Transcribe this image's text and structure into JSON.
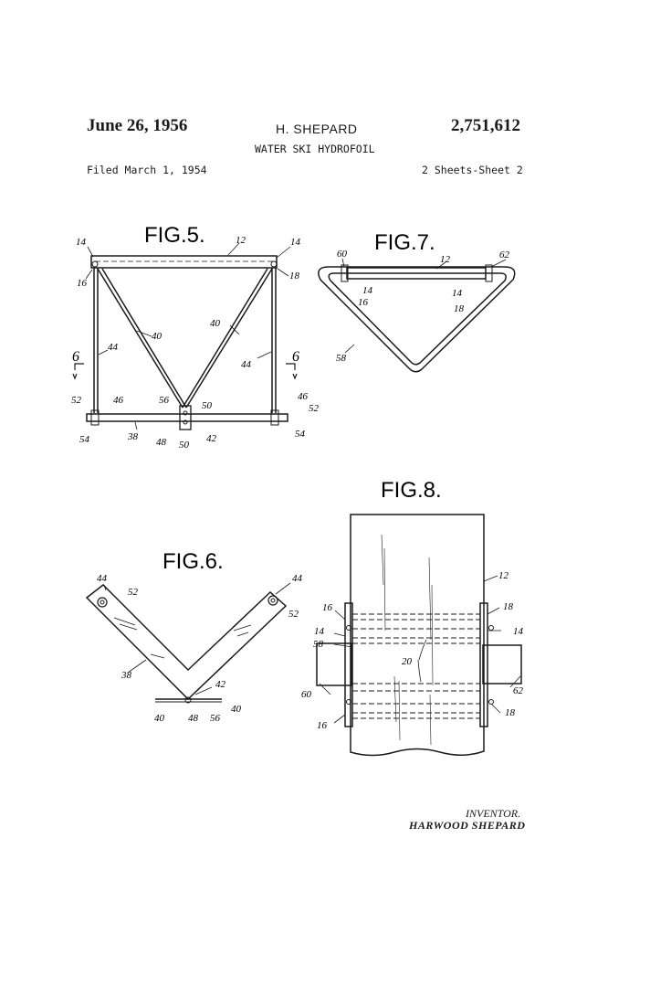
{
  "header": {
    "date": "June 26, 1956",
    "inventor": "H. SHEPARD",
    "patent_number": "2,751,612",
    "title": "WATER SKI HYDROFOIL",
    "filed": "Filed March 1, 1954",
    "sheets": "2 Sheets-Sheet 2"
  },
  "figures": {
    "fig5": {
      "label": "FIG.5.",
      "refs": [
        "14",
        "12",
        "14",
        "16",
        "18",
        "40",
        "40",
        "44",
        "44",
        "6",
        "6",
        "52",
        "46",
        "56",
        "50",
        "46",
        "52",
        "38",
        "48",
        "50",
        "42",
        "54",
        "54"
      ]
    },
    "fig6": {
      "label": "FIG.6.",
      "refs": [
        "44",
        "52",
        "44",
        "52",
        "38",
        "42",
        "40",
        "40",
        "48",
        "56"
      ]
    },
    "fig7": {
      "label": "FIG.7.",
      "refs": [
        "60",
        "12",
        "62",
        "14",
        "14",
        "16",
        "18",
        "58"
      ]
    },
    "fig8": {
      "label": "FIG.8.",
      "refs": [
        "12",
        "16",
        "18",
        "14",
        "14",
        "58",
        "20",
        "60",
        "62",
        "16",
        "18"
      ]
    }
  },
  "signature": {
    "label": "INVENTOR.",
    "name": "HARWOOD SHEPARD"
  }
}
